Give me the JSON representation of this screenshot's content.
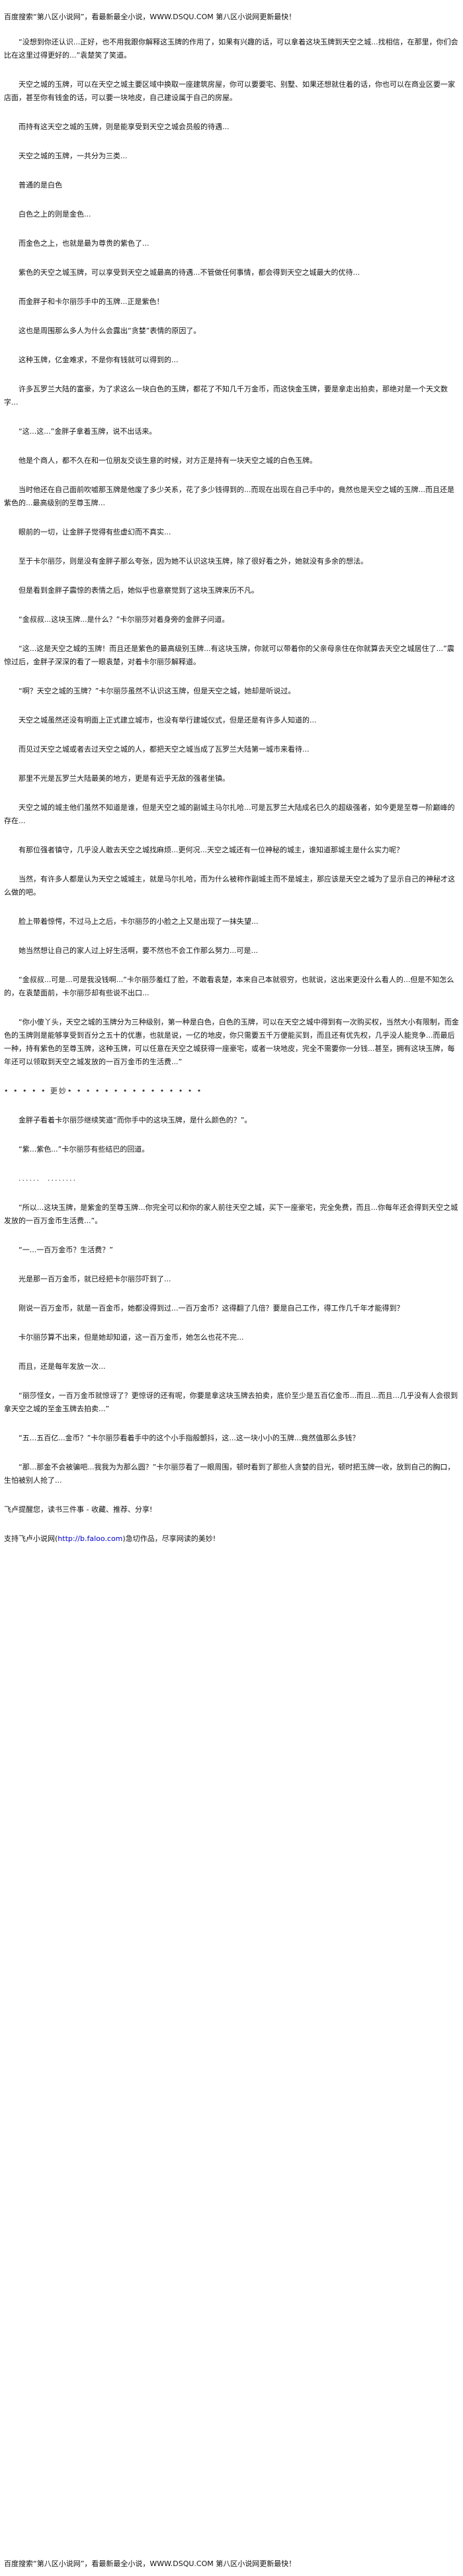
{
  "header": {
    "banner": "百度搜索“第八区小说网”，看最新最全小说，WWW.DSQU.COM  第八区小说网更新最快！"
  },
  "footer": {
    "banner": "百度搜索“第八区小说网”，看最新最全小说，WWW.DSQU.COM  第八区小说网更新最快！"
  },
  "paragraphs": [
    "“没想到你还认识...正好，也不用我跟你解释这玉牌的作用了，如果有兴趣的话，可以拿着这块玉牌到天空之城...找相信，在那里，你们会比在这里过得更好的...”袁楚笑了笑道。",
    "天空之城的玉牌，可以在天空之城主要区域中换取一座建筑房屋，你可以要要宅、别墅、如果还想就住着的话，你也可以在商业区要一家店面，甚至你有钱金的话，可以要一块地皮，自己建设属于自己的房屋。",
    "而持有这天空之城的玉牌，则是能享受到天空之城会员般的待遇...",
    "天空之城的玉牌，一共分为三类...",
    "普通的是白色",
    "白色之上的则是金色...",
    "而金色之上，也就是最为尊贵的紫色了...",
    "紫色的天空之城玉牌，可以享受到天空之城最高的待遇...不管做任何事情，都会得到天空之城最大的优待...",
    "而金胖子和卡尔丽莎手中的玉牌...正是紫色！",
    "这也是周围那么多人为什么会露出“贪婪”表情的原因了。",
    "这种玉牌，亿金难求，不是你有钱就可以得到的...",
    "许多瓦罗兰大陆的富豪，为了求这么一块白色的玉牌，都花了不知几千万金币，而这快金玉牌，要是拿走出拍卖，那绝对是一个天文数字...",
    "“这...这...”金胖子拿着玉牌，说不出话来。",
    "他是个商人，都不久在和一位朋友交谈生意的时候，对方正是持有一块天空之城的白色玉牌。",
    "当时他还在自己面前吹嘘那玉牌是他废了多少关系，花了多少钱得到的...而现在出现在自己手中的，竟然也是天空之城的玉牌...而且还是紫色的...最高级别的至尊玉牌...",
    "眼前的一切，让金胖子觉得有些虚幻而不真实...",
    "至于卡尔丽莎，则是没有金胖子那么夸张，因为她不认识这块玉牌，除了很好看之外，她就没有多余的想法。",
    "但是看到金胖子震惊的表情之后，她似乎也意察觉到了这块玉牌来历不凡。",
    "“金叔叔...这块玉牌...是什么？”卡尔丽莎对着身旁的金胖子问道。",
    "“这...这是天空之城的玉牌！而且还是紫色的最高级别玉牌...有这块玉牌，你就可以带着你的父亲母亲住在你就算去天空之城居住了...”震惊过后，金胖子深深的看了一眼袁楚，对着卡尔丽莎解释道。",
    "“啊？天空之城的玉牌？”卡尔丽莎虽然不认识这玉牌，但是天空之城，她却是听说过。",
    "天空之城虽然还没有明面上正式建立城市，也没有举行建城仪式，但是还是有许多人知道的...",
    "而见过天空之城或者去过天空之城的人，都把天空之城当成了瓦罗兰大陆第一城市来看待...",
    "那里不光是瓦罗兰大陆最美的地方，更是有近乎无敌的强者坐镇。",
    "天空之城的城主他们虽然不知道是谁，但是天空之城的副城主马尔扎哈...可是瓦罗兰大陆成名已久的超级强者，如今更是至尊一阶巅峰的存在...",
    "有那位强者镇守，几乎没人敢去天空之城找麻烦...更何况...天空之城还有一位神秘的城主，谁知道那城主是什么实力呢？",
    "当然，有许多人都是认为天空之城城主，就是马尔扎哈，而为什么被称作副城主而不是城主，那应该是天空之城为了显示自己的神秘才这么做的吧。",
    "脸上带着惊愕，不过马上之后，卡尔丽莎的小脸之上又是出现了一抹失望...",
    "她当然想让自己的家人过上好生活啊，要不然也不会工作那么努力...可是...",
    "“金叔叔...可是...可是我没钱啊...”卡尔丽莎羞红了脸，不敢看袁楚，本来自己本就很穷，也就说，这出来更没什么看人的...但是不知怎么的，在袁楚面前，卡尔丽莎却有些说不出口...",
    "“你小傻丫头，天空之城的玉牌分为三种级别，第一种是白色，白色的玉牌，可以在天空之城中得到有一次购买权，当然大小有限制，而金色的玉牌则是能够享受到百分之五十的优惠，也就是说，一亿的地皮，你只需要五千万便能买到，而且还有优先权，几乎没人能竞争...而最后一种，持有紫色的至尊玉牌，这种玉牌，可以任意在天空之城获得一座豪宅，或者一块地皮，完全不需要你一分钱...甚至，拥有这块玉牌，每年还可以领取到天空之城发放的一百万金币的生活费...”",
    "金胖子看着卡尔丽莎继续笑道“而你手中的这块玉牌，是什么颜色的？”。",
    "“紫...紫色...”卡尔丽莎有些结巴的回道。",
    "“所以...这块玉牌，是紫金的至尊玉牌...你完全可以和你的家人前往天空之城，买下一座豪宅，完全免费，而且...你每年还会得到天空之城发放的一百万金币生活费...”。",
    "“一...一百万金币？生活费？”",
    "光是那一百万金币，就已经把卡尔丽莎吓到了...",
    "刚说一百万金币，就是一百金币，她都没得到过...一百万金币？这得翻了几倍？要是自己工作，得工作几千年才能得到？",
    "卡尔丽莎算不出来，但是她却知道，这一百万金币，她怎么也花不完...",
    "而且，还是每年发放一次...",
    "“丽莎怪女，一百万金币就惊讶了？更惊讶的还有呢，你要是拿这块玉牌去拍卖，底价至少是五百亿金币...而且...而且...几乎没有人会很到拿天空之城的至金玉牌去拍卖...”",
    "“五...五百亿...金币？”卡尔丽莎看着手中的这个小手指般颤抖，这...这一块小小的玉牌...竟然值那么多钱？",
    "“那...那金不会被骗吧...我我为为那么圆？”卡尔丽莎看了一眼周围，顿时看到了那些人贪婪的目光，顿时把玉牌一收，放到自己的胸口，生怕被别人抢了..."
  ],
  "separators": {
    "after_paragraph_30": "• • • • • 更妙• • • • • • • • • • • • • • •",
    "after_paragraph_32": "......  ........"
  },
  "closing": {
    "reminder": "飞卢提醒您，读书三件事 - 收藏、推荐、分享!",
    "support_prefix": "支持飞卢小说网(",
    "support_link": "http://b.faloo.com",
    "support_suffix ": ")急切作品，尽享网读的美妙!"
  }
}
